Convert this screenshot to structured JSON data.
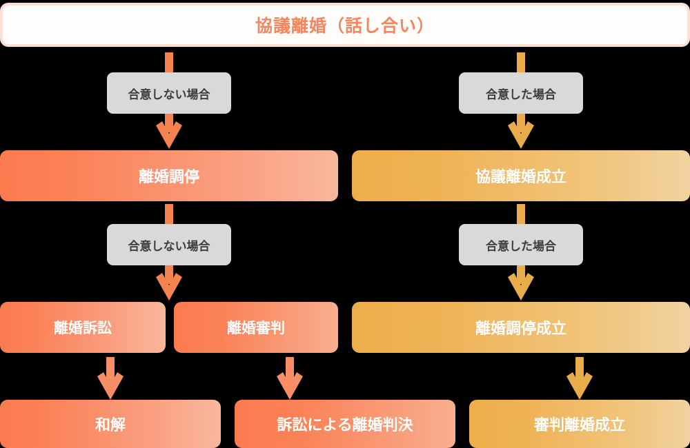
{
  "diagram": {
    "title_box": {
      "label": "協議離婚（話し合い）",
      "text_color": "#F4855C",
      "border_color": "#FBDFD3",
      "background": "#FFFDFC"
    },
    "colors": {
      "arrow_orange": "#F4834F",
      "arrow_amber": "#E9AC4B",
      "arrow_salmon": "#F78E66",
      "condition_bg": "#D9D9D9",
      "condition_text": "#3C3C3C",
      "node_text": "#FFFFFF",
      "canvas_bg": "#000000"
    },
    "conditions": [
      {
        "id": "cond-disagree-1",
        "label": "合意しない場合"
      },
      {
        "id": "cond-agree-1",
        "label": "合意した場合"
      },
      {
        "id": "cond-disagree-2",
        "label": "合意しない場合"
      },
      {
        "id": "cond-agree-2",
        "label": "合意した場合"
      }
    ],
    "nodes": [
      {
        "id": "mediation",
        "label": "離婚調停",
        "style": "orange"
      },
      {
        "id": "consensual-divorce-established",
        "label": "協議離婚成立",
        "style": "amber"
      },
      {
        "id": "divorce-lawsuit",
        "label": "離婚訴訟",
        "style": "orange"
      },
      {
        "id": "divorce-adjudication",
        "label": "離婚審判",
        "style": "orange"
      },
      {
        "id": "mediation-divorce-established",
        "label": "離婚調停成立",
        "style": "amber"
      },
      {
        "id": "settlement",
        "label": "和解",
        "style": "orange"
      },
      {
        "id": "divorce-judgment-by-lawsuit",
        "label": "訴訟による離婚判決",
        "style": "orange"
      },
      {
        "id": "adjudication-divorce-established",
        "label": "審判離婚成立",
        "style": "amber"
      }
    ],
    "arrows": [
      {
        "id": "arrow-top-to-mediation",
        "color": "orange"
      },
      {
        "id": "arrow-top-to-consensual",
        "color": "amber"
      },
      {
        "id": "arrow-mediation-to-lawsuit",
        "color": "orange"
      },
      {
        "id": "arrow-consensual-to-mediation-established",
        "color": "amber"
      },
      {
        "id": "arrow-lawsuit-to-settlement",
        "color": "salmon"
      },
      {
        "id": "arrow-adjudication-to-judgment",
        "color": "salmon"
      },
      {
        "id": "arrow-mediation-established-to-adjudication-established",
        "color": "amber"
      }
    ]
  }
}
